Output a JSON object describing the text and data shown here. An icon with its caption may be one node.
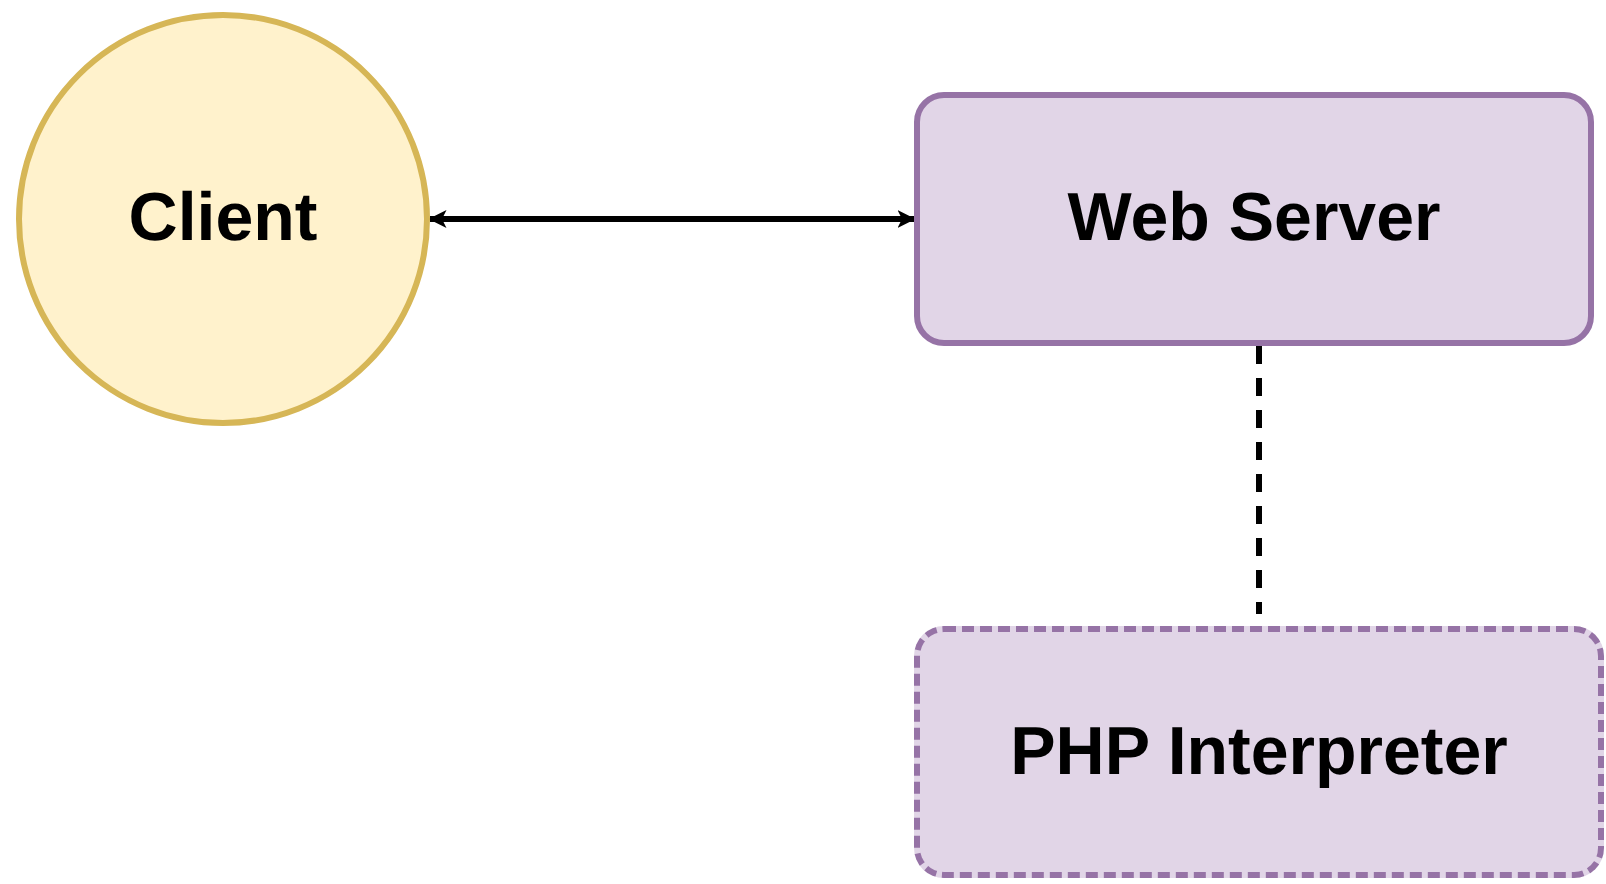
{
  "diagram": {
    "nodes": [
      {
        "text": [
          "Client"
        ]
      },
      {
        "text": [
          "Web Server"
        ]
      },
      {
        "text": [
          "PHP Interpreter"
        ]
      }
    ],
    "edges": [
      {
        "from": 0,
        "to": 1,
        "arrow": "both"
      },
      {
        "from": 1,
        "to": 2,
        "arrow": "none",
        "style": "dashed"
      }
    ]
  }
}
